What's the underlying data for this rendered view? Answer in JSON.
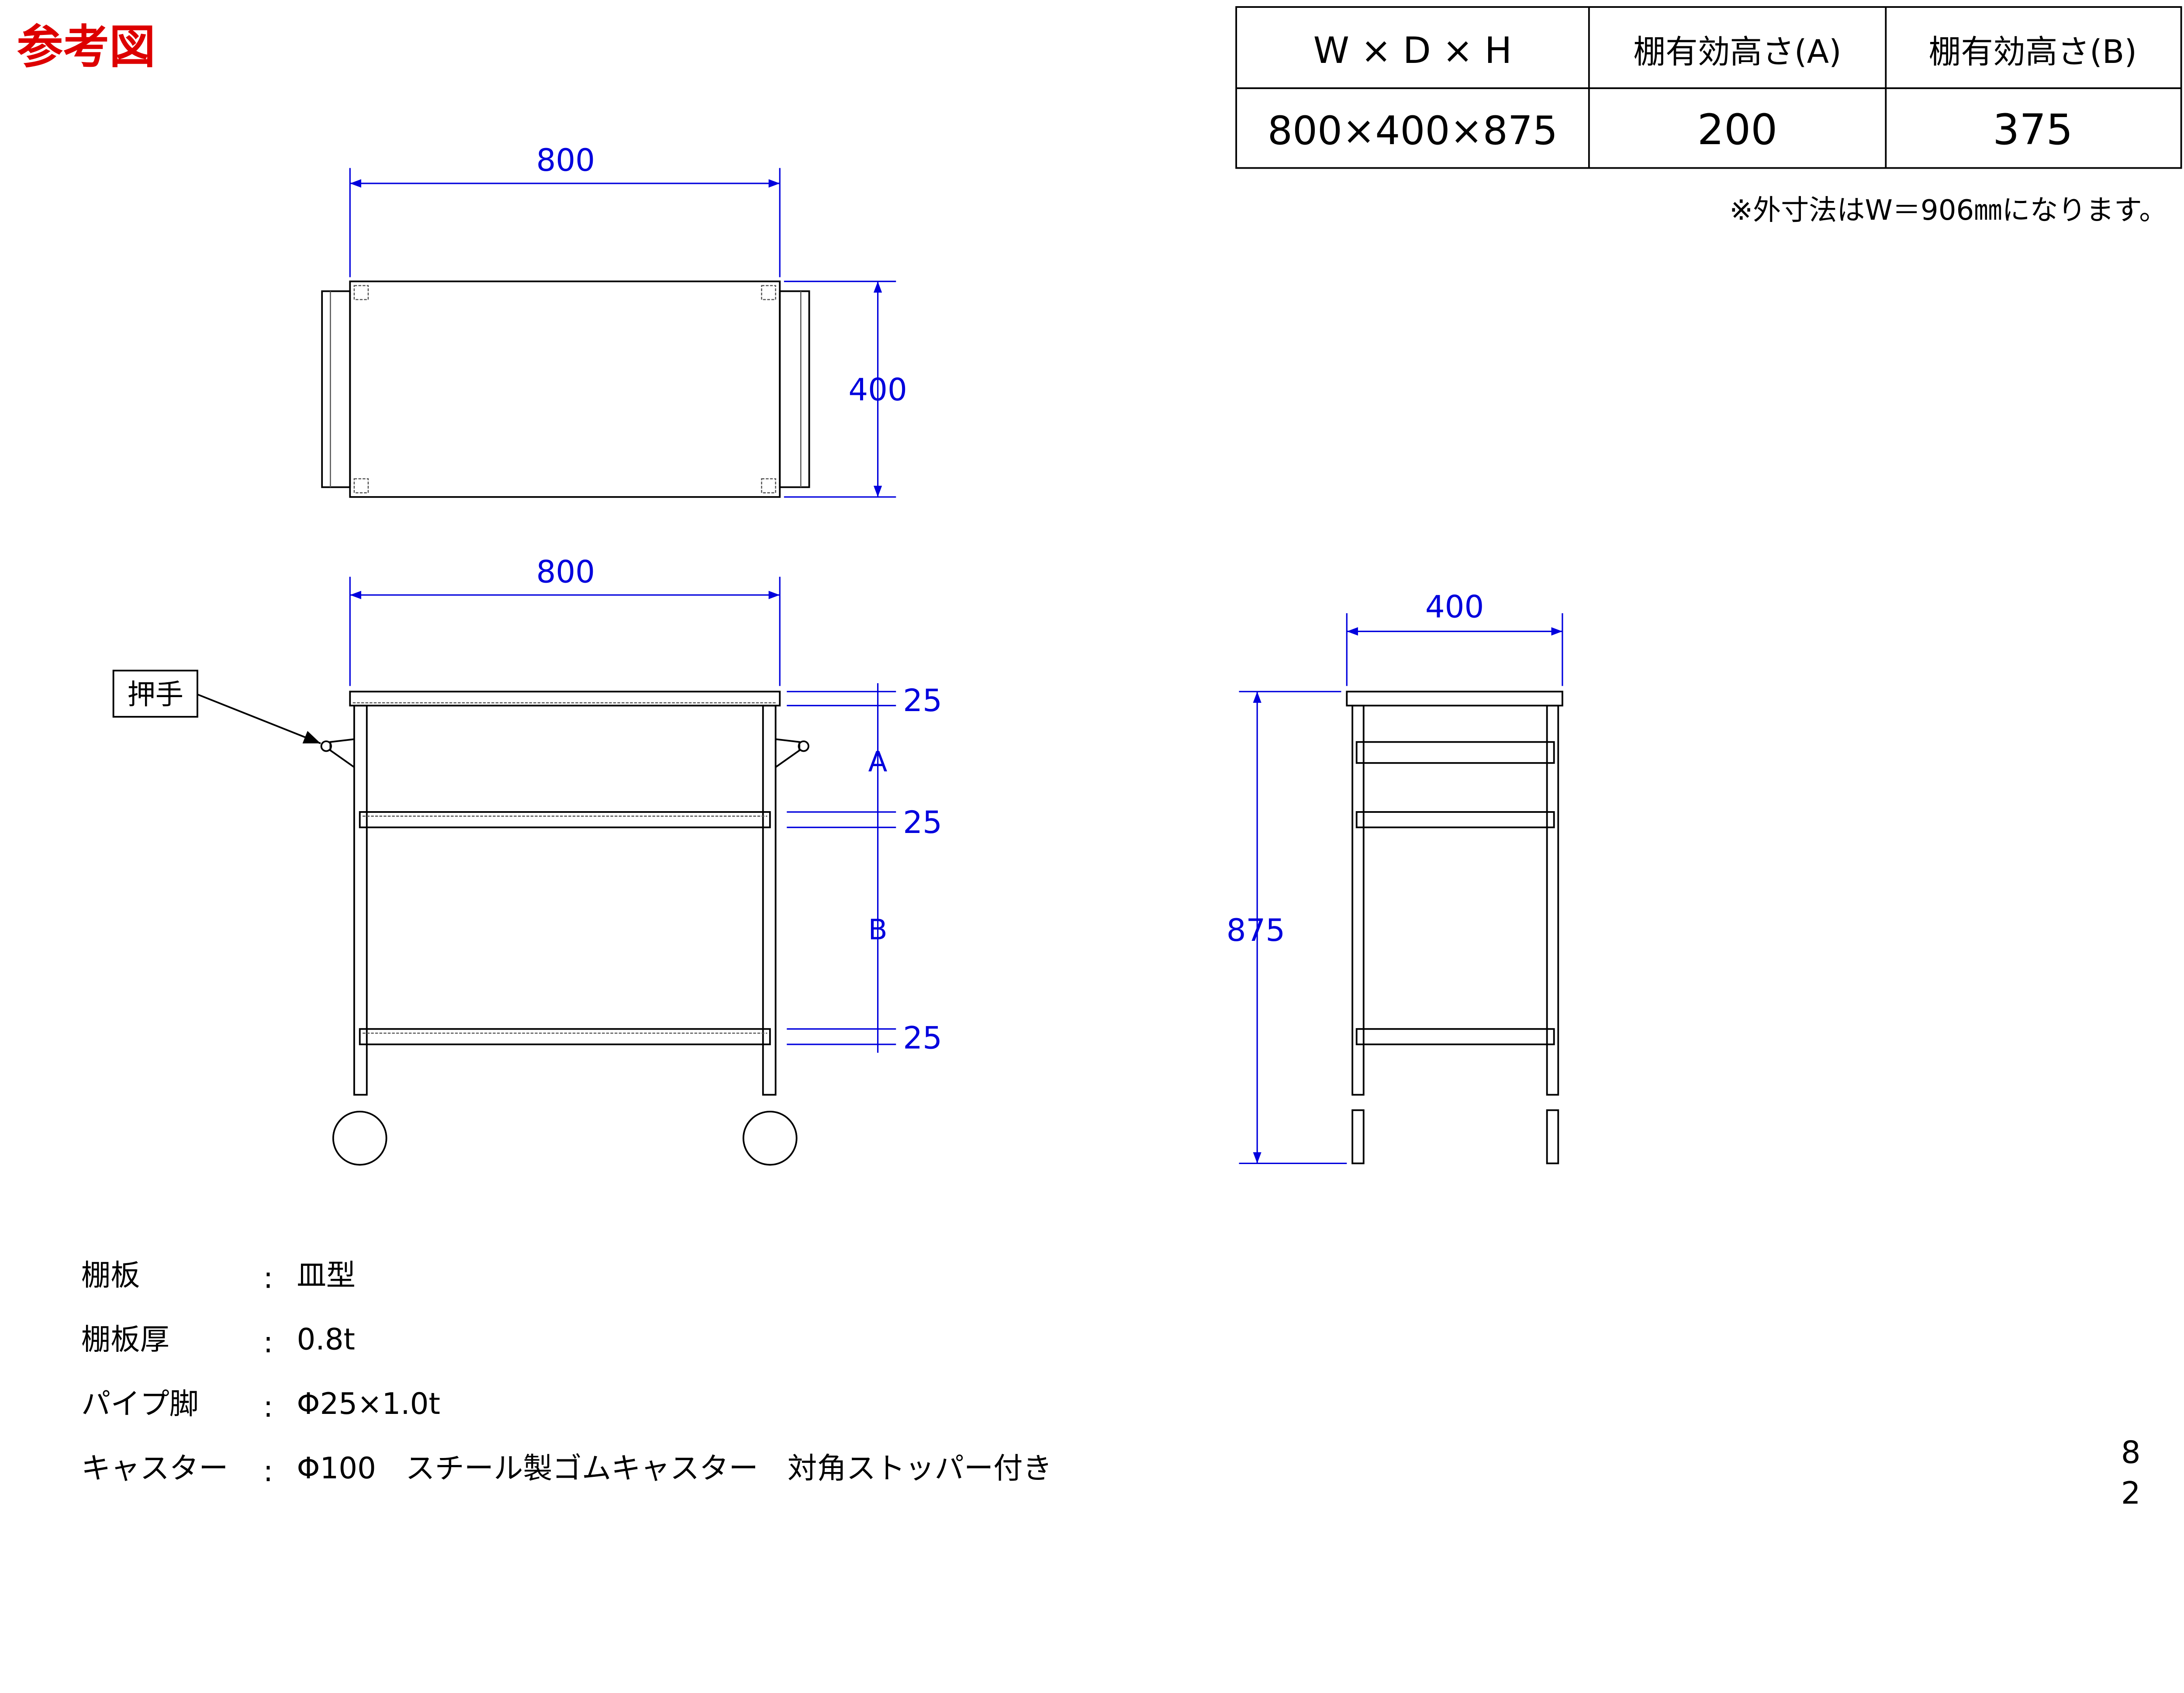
{
  "title": "参考図",
  "colors": {
    "title": "#dd0000",
    "dimension": "#0000dd",
    "line": "#000000"
  },
  "spec_table": {
    "headers": [
      "W × D × H",
      "棚有効高さ(A)",
      "棚有効高さ(B)"
    ],
    "values": [
      "800×400×875",
      "200",
      "375"
    ]
  },
  "note": "※外寸法はW＝906㎜になります。",
  "top_view": {
    "width_dim": "800",
    "depth_dim": "400"
  },
  "front_view": {
    "width_dim": "800",
    "handle_label": "押手",
    "dims": [
      "25",
      "A",
      "25",
      "B",
      "25"
    ]
  },
  "side_view": {
    "depth_dim": "400",
    "height_dim": "875"
  },
  "specs": [
    {
      "label": "棚板",
      "colon": ":",
      "value": "皿型"
    },
    {
      "label": "棚板厚",
      "colon": ":",
      "value": "0.8t"
    },
    {
      "label": "パイプ脚",
      "colon": ":",
      "value": "Φ25×1.0t"
    },
    {
      "label": "キャスター",
      "colon": ":",
      "value": "Φ100　スチール製ゴムキャスター　対角ストッパー付き"
    }
  ],
  "page_number": [
    "8",
    "2"
  ]
}
